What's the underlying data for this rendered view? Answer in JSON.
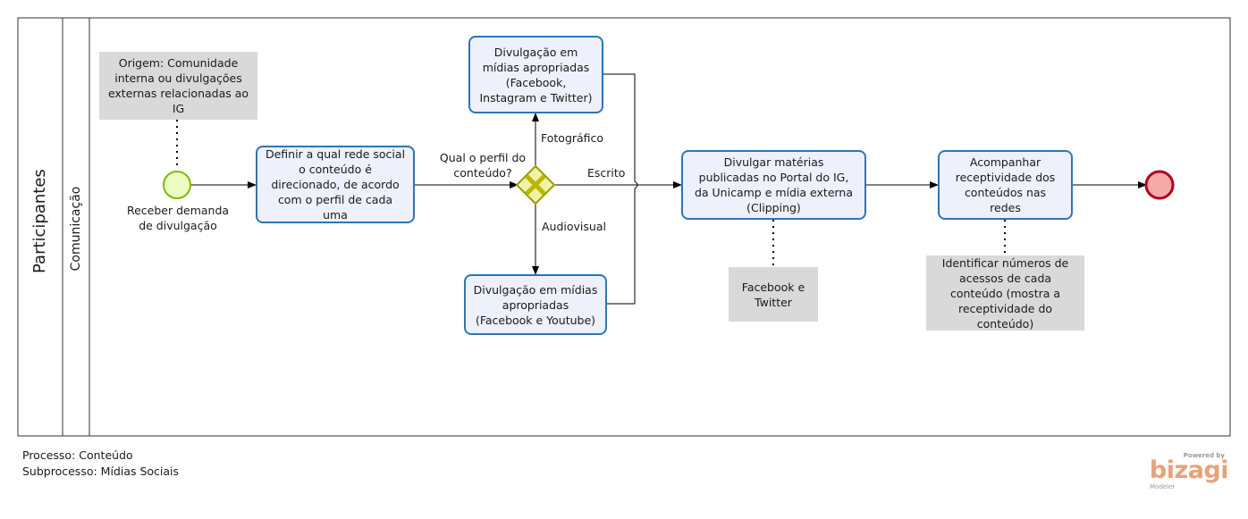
{
  "pool": {
    "label": "Participantes"
  },
  "lane": {
    "label": "Comunicação"
  },
  "events": {
    "start_label": "Receber demanda de divulgação",
    "start_color": "#ecfdc4",
    "start_stroke": "#7fb800",
    "end_color": "#f5a9a9",
    "end_stroke": "#b00020"
  },
  "tasks": {
    "define": "Definir a qual rede social o conteúdo é direcionado, de acordo com o perfil de cada uma",
    "photo": "Divulgação em mídias apropriadas (Facebook, Instagram e Twitter)",
    "av": "Divulgação em mídias apropriadas (Facebook e Youtube)",
    "written": "Divulgar matérias publicadas no Portal do IG, da Unicamp e mídia externa (Clipping)",
    "follow": "Acompanhar receptividade dos conteúdos nas redes"
  },
  "gateway": {
    "label": "Qual o perfil do conteúdo?",
    "fill": "#f2f2a6",
    "stroke": "#9c9c00"
  },
  "flows": {
    "photo": "Fotográfico",
    "written": "Escrito",
    "av": "Audiovisual"
  },
  "annotations": {
    "origin": "Origem: Comunidade interna ou divulgações externas relacionadas ao IG",
    "fb_twitter": "Facebook e Twitter",
    "identify": "Identificar números de acessos de cada conteúdo (mostra a receptividade do conteúdo)"
  },
  "footer": {
    "process": "Processo: Conteúdo",
    "subprocess": "Subprocesso: Mídias Sociais"
  },
  "logo": {
    "powered": "Powered by",
    "brand": "bizagi",
    "product": "Modeler",
    "color": "#e8a27a"
  },
  "colors": {
    "task_fill": "#eef0fb",
    "task_stroke": "#2e75b6",
    "annotation_fill": "#d9d9d9"
  }
}
